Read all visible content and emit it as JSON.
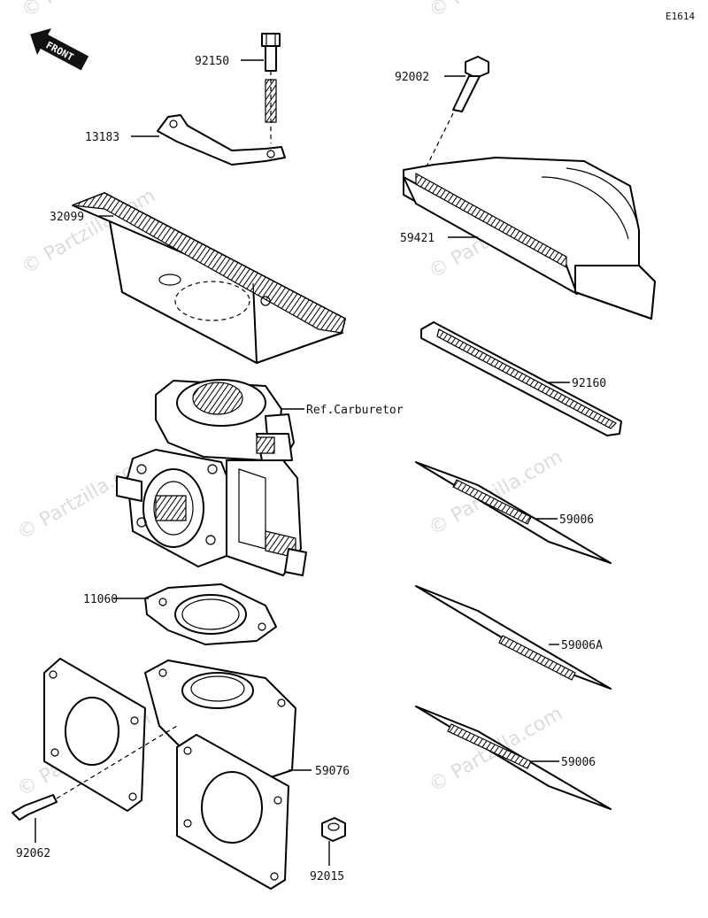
{
  "diagram": {
    "code": "E1614",
    "front_badge": "FRONT",
    "watermark": "© Partzilla.com"
  },
  "labels": [
    {
      "id": "92150",
      "text": "92150"
    },
    {
      "id": "13183",
      "text": "13183"
    },
    {
      "id": "32099",
      "text": "32099"
    },
    {
      "id": "ref_carb",
      "text": "Ref.Carburetor"
    },
    {
      "id": "11060",
      "text": "11060"
    },
    {
      "id": "92062",
      "text": "92062"
    },
    {
      "id": "92015",
      "text": "92015"
    },
    {
      "id": "59076",
      "text": "59076"
    },
    {
      "id": "92002",
      "text": "92002"
    },
    {
      "id": "59421",
      "text": "59421"
    },
    {
      "id": "92160",
      "text": "92160"
    },
    {
      "id": "59006_a",
      "text": "59006"
    },
    {
      "id": "59006A",
      "text": "59006A"
    },
    {
      "id": "59006_b",
      "text": "59006"
    }
  ]
}
